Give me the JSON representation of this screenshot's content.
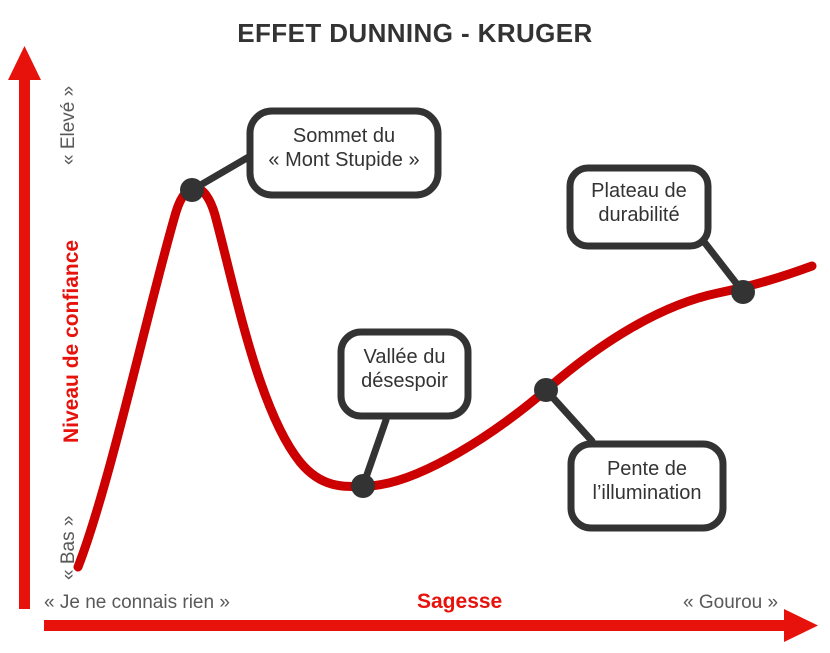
{
  "title": "EFFET DUNNING - KRUGER",
  "colors": {
    "axis_red": "#e8120c",
    "curve_red": "#cc0000",
    "ink": "#333333",
    "label_gray": "#595959",
    "background": "#ffffff"
  },
  "axes": {
    "y": {
      "name": "Niveau de confiance",
      "high_label": "« Elevé »",
      "low_label": "« Bas »"
    },
    "x": {
      "name": "Sagesse",
      "low_label": "« Je ne connais rien »",
      "high_label": "« Gourou »"
    }
  },
  "callouts": [
    {
      "id": "sommet",
      "line1": "Sommet du",
      "line2": "« Mont Stupide »"
    },
    {
      "id": "vallee",
      "line1": "Vallée du",
      "line2": "désespoir"
    },
    {
      "id": "plateau",
      "line1": "Plateau de",
      "line2": "durabilité"
    },
    {
      "id": "pente",
      "line1": "Pente de",
      "line2": "l’illumination"
    }
  ],
  "chart_data": {
    "type": "line",
    "title": "EFFET DUNNING - KRUGER",
    "xlabel": "Sagesse",
    "ylabel": "Niveau de confiance",
    "xlim": [
      0,
      100
    ],
    "ylim": [
      0,
      100
    ],
    "grid": false,
    "legend": null,
    "xtick_labels": [
      "« Je ne connais rien »",
      "« Gourou »"
    ],
    "ytick_labels": [
      "« Bas »",
      "« Elevé »"
    ],
    "series": [
      {
        "name": "Niveau de confiance",
        "color": "#cc0000",
        "x": [
          4,
          10,
          16,
          20,
          26,
          33,
          41,
          48,
          55,
          62,
          70,
          78,
          86,
          94,
          100
        ],
        "y": [
          3,
          34,
          66,
          84,
          88,
          72,
          42,
          22,
          17,
          22,
          32,
          44,
          55,
          62,
          66
        ]
      }
    ],
    "annotations": [
      {
        "label": "Sommet du « Mont Stupide »",
        "x": 19.4,
        "y": 83.5
      },
      {
        "label": "Vallée du désespoir",
        "x": 41.9,
        "y": 17.6
      },
      {
        "label": "Pente de l’illumination",
        "x": 65.7,
        "y": 35.7
      },
      {
        "label": "Plateau de durabilité",
        "x": 91.4,
        "y": 53.3
      }
    ]
  }
}
